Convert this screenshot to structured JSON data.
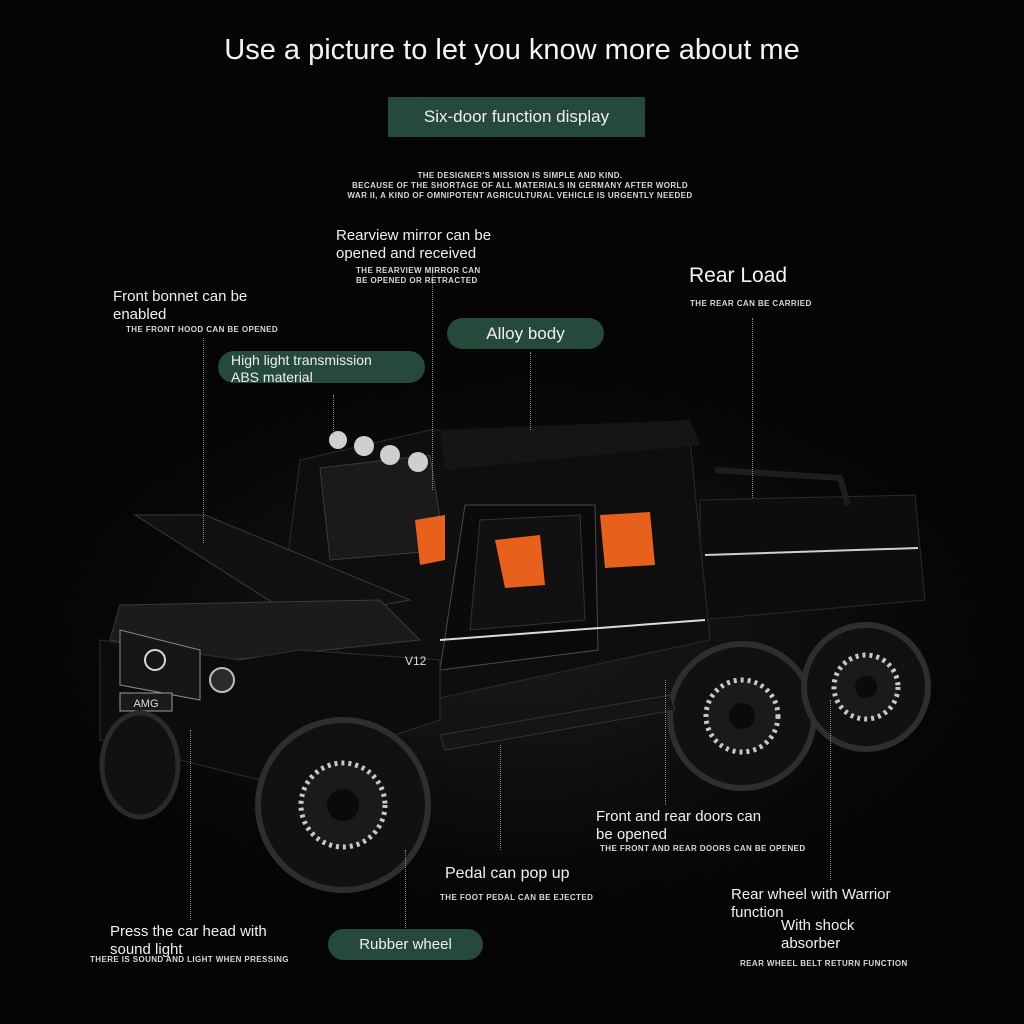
{
  "title": "Use a picture to let you know more about me",
  "badge_main": "Six-door function display",
  "mission": [
    "THE DESIGNER'S MISSION IS SIMPLE AND KIND.",
    "BECAUSE OF THE SHORTAGE OF ALL MATERIALS IN GERMANY AFTER WORLD",
    "WAR II, A KIND OF OMNIPOTENT AGRICULTURAL VEHICLE IS URGENTLY NEEDED"
  ],
  "features": {
    "mirror": {
      "label1": "Rearview mirror can be",
      "label2": "opened and received",
      "note1": "THE REARVIEW MIRROR CAN",
      "note2": "BE OPENED OR RETRACTED"
    },
    "rear_load": {
      "label": "Rear Load",
      "note": "THE REAR CAN BE CARRIED"
    },
    "bonnet": {
      "label1": "Front bonnet can be",
      "label2": "enabled",
      "note": "THE FRONT HOOD CAN BE OPENED"
    },
    "alloy": {
      "label": "Alloy body"
    },
    "abs": {
      "label1": "High light transmission",
      "label2": "ABS material"
    },
    "doors": {
      "label1": "Front and rear doors can",
      "label2": "be opened",
      "note": "THE FRONT AND REAR DOORS CAN BE OPENED"
    },
    "pedal": {
      "label": "Pedal can pop up",
      "note": "THE FOOT PEDAL CAN BE EJECTED"
    },
    "rear_wheel": {
      "label1": "Rear wheel with Warrior",
      "label2": "function",
      "label3": "With shock",
      "label4": "absorber",
      "note": "REAR WHEEL BELT RETURN FUNCTION"
    },
    "head": {
      "label1": "Press the car head with",
      "label2": "sound light",
      "note": "THERE IS SOUND AND LIGHT WHEN PRESSING"
    },
    "rubber": {
      "label": "Rubber wheel"
    }
  },
  "car": {
    "badge_text": "AMG",
    "engine_text": "V12"
  },
  "colors": {
    "badge_green": "#25493a",
    "seat_orange": "#e8611c",
    "background": "#050505"
  }
}
